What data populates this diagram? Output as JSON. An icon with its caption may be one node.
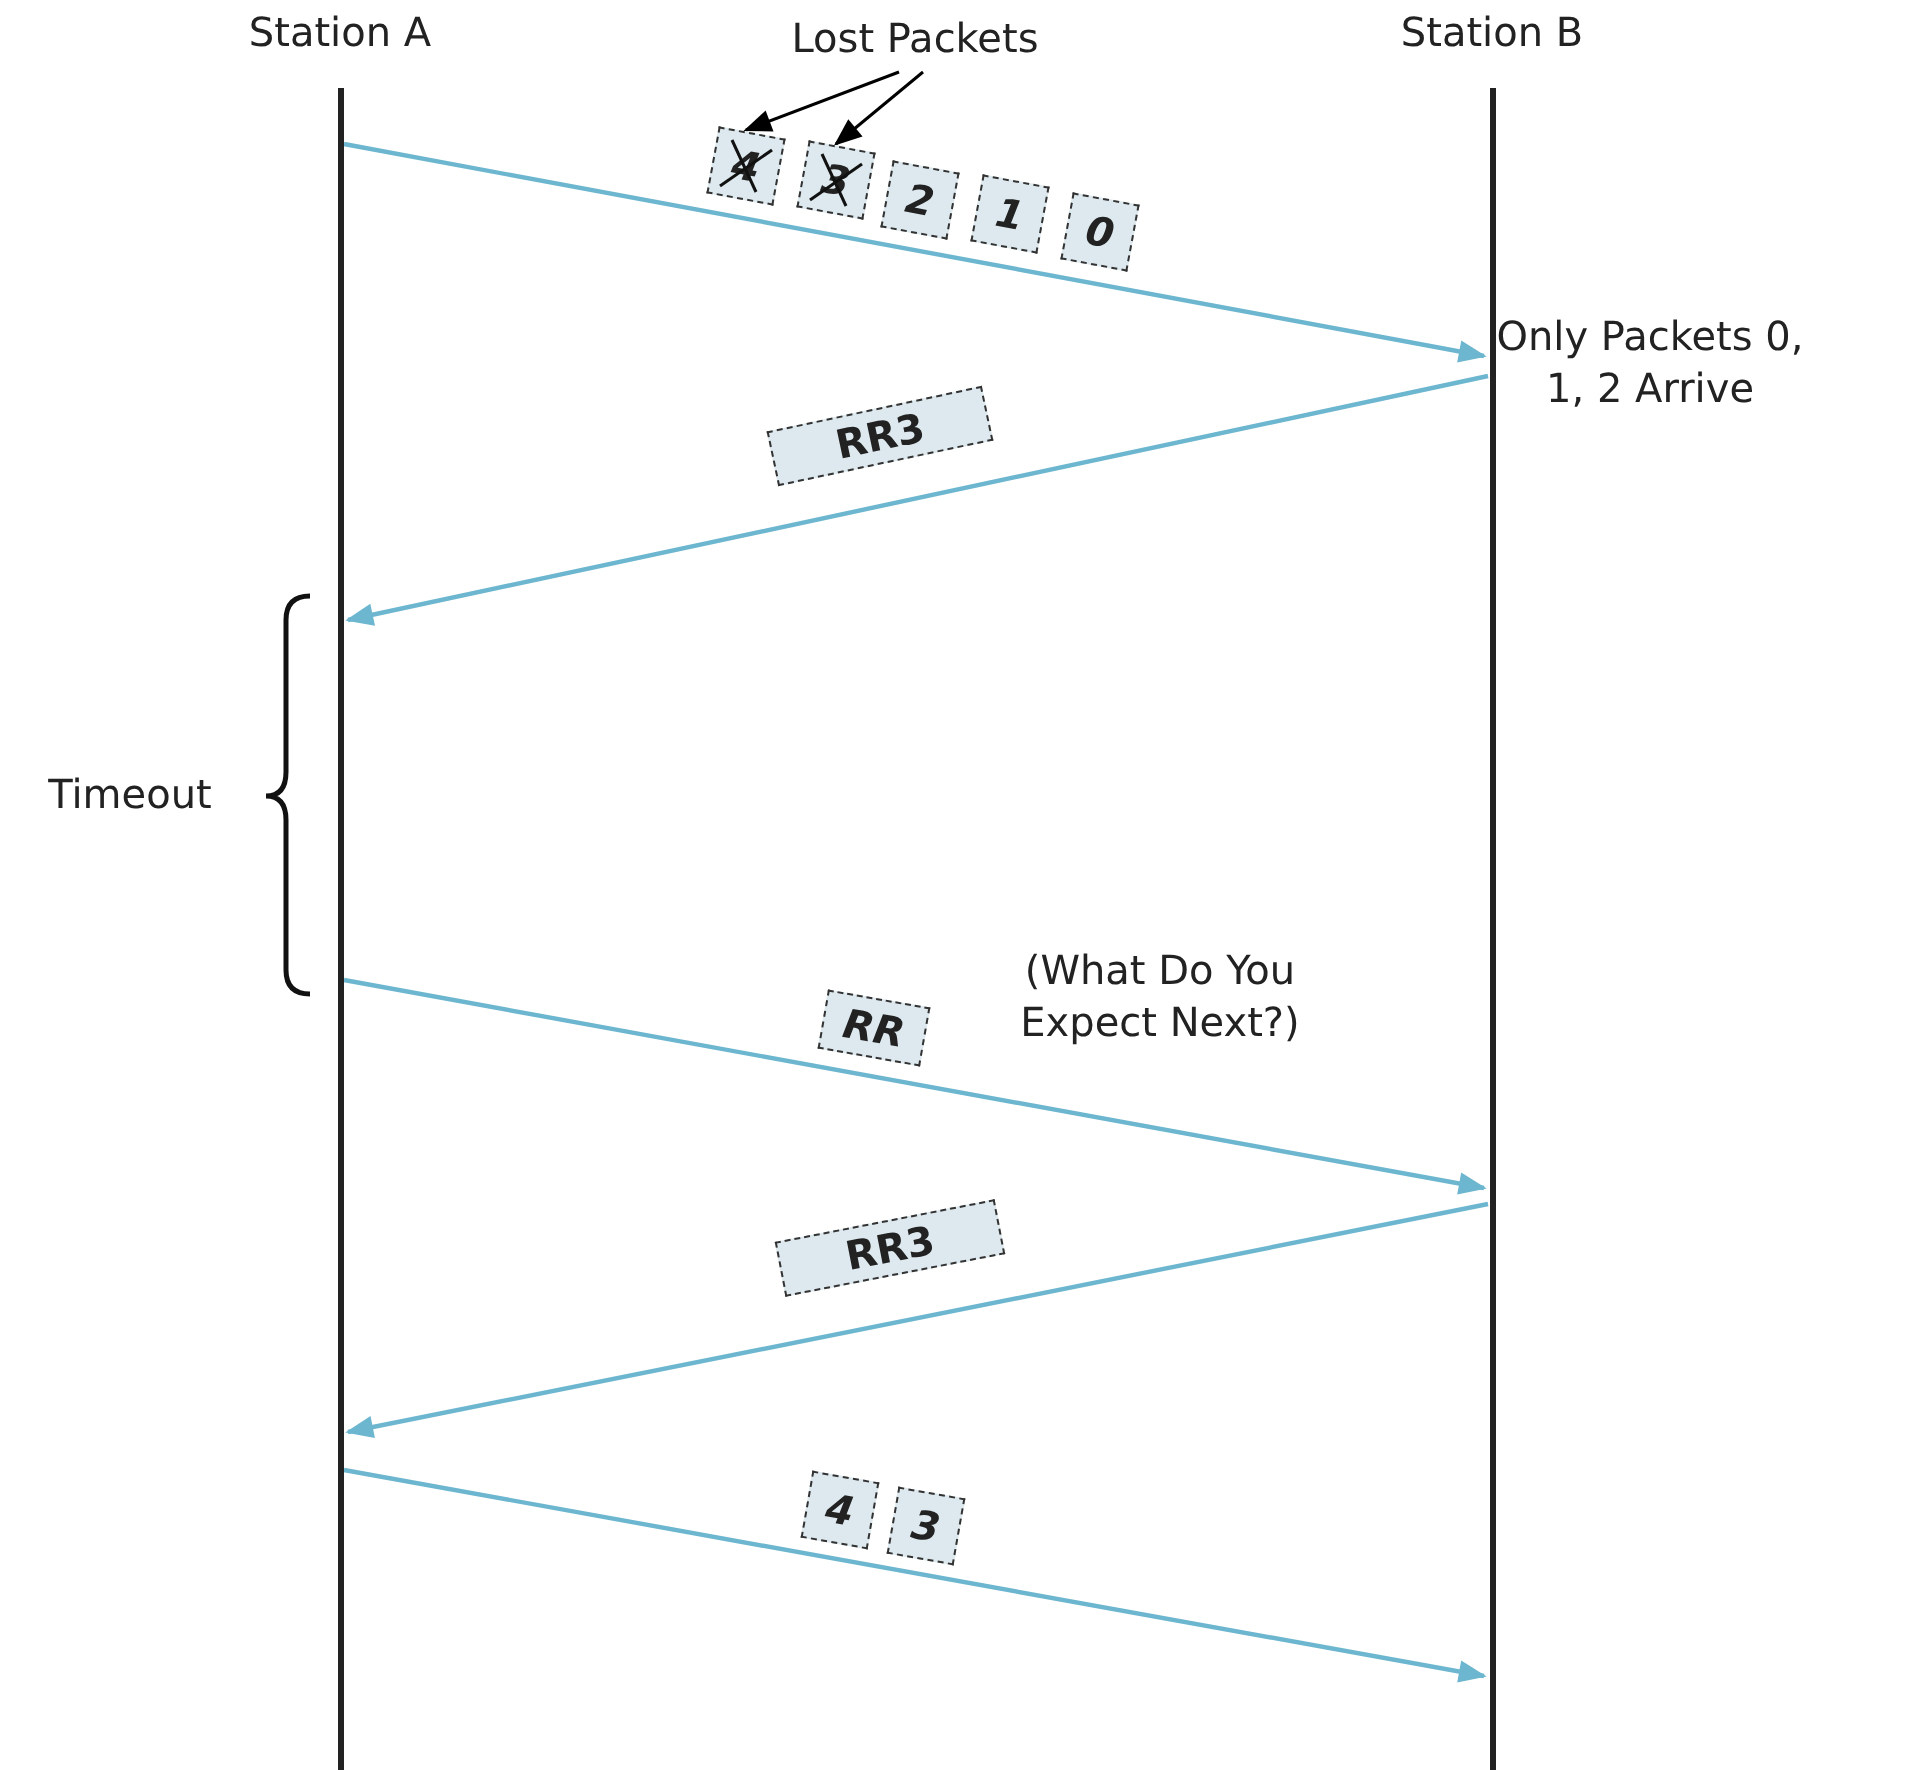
{
  "diagram": {
    "nodes": [
      {
        "text": [
          "Station A"
        ]
      },
      {
        "text": [
          "Station B"
        ]
      },
      {
        "text": [
          "Lost Packets"
        ]
      },
      {
        "text": [
          "4"
        ]
      },
      {
        "text": [
          "3"
        ]
      },
      {
        "text": [
          "2"
        ]
      },
      {
        "text": [
          "1"
        ]
      },
      {
        "text": [
          "0"
        ]
      },
      {
        "text": [
          "RR3"
        ]
      },
      {
        "text": [
          "RR"
        ]
      },
      {
        "text": [
          "RR3"
        ]
      },
      {
        "text": [
          "4"
        ]
      },
      {
        "text": [
          "3"
        ]
      }
    ],
    "edges": [
      {
        "from": 0,
        "to": 1,
        "arrow": "to"
      },
      {
        "from": 1,
        "to": 0,
        "arrow": "to"
      },
      {
        "from": 0,
        "to": 1,
        "arrow": "to"
      },
      {
        "from": 1,
        "to": 0,
        "arrow": "to"
      },
      {
        "from": 0,
        "to": 1,
        "arrow": "to"
      },
      {
        "from": 2,
        "to": 3,
        "arrow": "to",
        "color": "#000000"
      },
      {
        "from": 2,
        "to": 4,
        "arrow": "to",
        "color": "#000000"
      }
    ],
    "labels": [
      "Only Packets 0, 1, 2 Arrive",
      "Timeout",
      "(What Do You Expect Next?)"
    ]
  }
}
